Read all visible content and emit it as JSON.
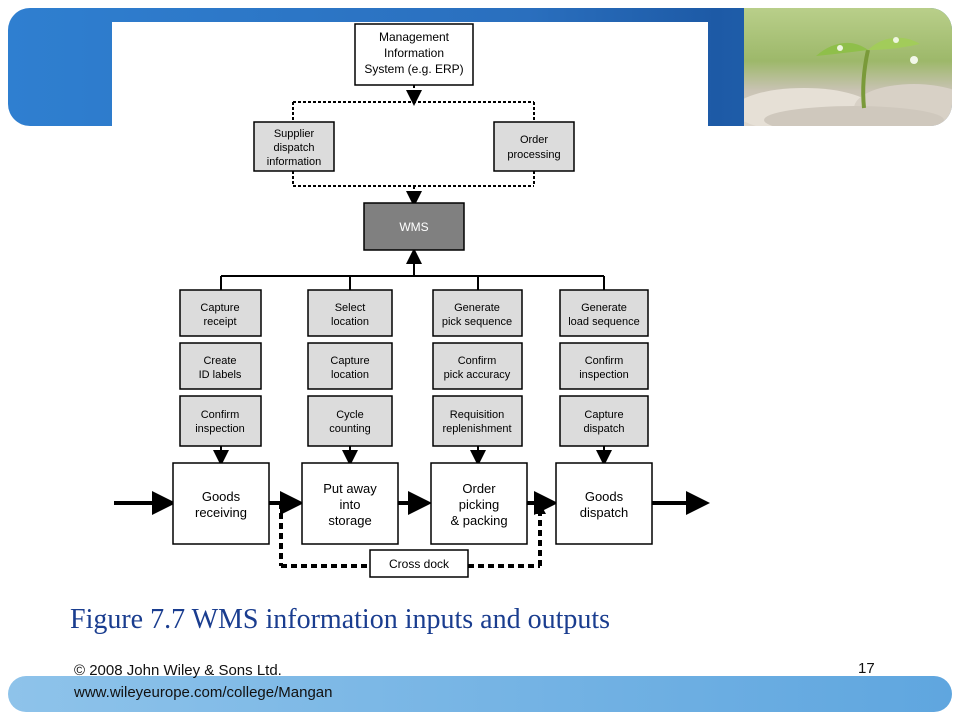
{
  "colors": {
    "header_blue": "#2a6fbe",
    "footer_blue": "#5fa6df",
    "caption_blue": "#1a3d8f",
    "box_fill": "#dcdcdc",
    "wms_fill": "#808080"
  },
  "diagram": {
    "mis": [
      "Management",
      "Information",
      "System (e.g. ERP)"
    ],
    "supplier": [
      "Supplier",
      "dispatch",
      "information"
    ],
    "order_processing": [
      "Order",
      "processing"
    ],
    "wms": "WMS",
    "col1": [
      [
        "Capture",
        "receipt"
      ],
      [
        "Create",
        "ID labels"
      ],
      [
        "Confirm",
        "inspection"
      ]
    ],
    "col2": [
      [
        "Select",
        "location"
      ],
      [
        "Capture",
        "location"
      ],
      [
        "Cycle",
        "counting"
      ]
    ],
    "col3": [
      [
        "Generate",
        "pick sequence"
      ],
      [
        "Confirm",
        "pick accuracy"
      ],
      [
        "Requisition",
        "replenishment"
      ]
    ],
    "col4": [
      [
        "Generate",
        "load sequence"
      ],
      [
        "Confirm",
        "inspection"
      ],
      [
        "Capture",
        "dispatch"
      ]
    ],
    "processes": [
      [
        "Goods",
        "receiving"
      ],
      [
        "Put away",
        "into",
        "storage"
      ],
      [
        "Order",
        "picking",
        "& packing"
      ],
      [
        "Goods",
        "dispatch"
      ]
    ],
    "cross_dock": "Cross dock"
  },
  "caption": "Figure 7.7 WMS information inputs and outputs",
  "footer": {
    "copyright": "© 2008 John Wiley & Sons Ltd.",
    "url": "www.wileyeurope.com/college/Mangan",
    "page": "17"
  }
}
